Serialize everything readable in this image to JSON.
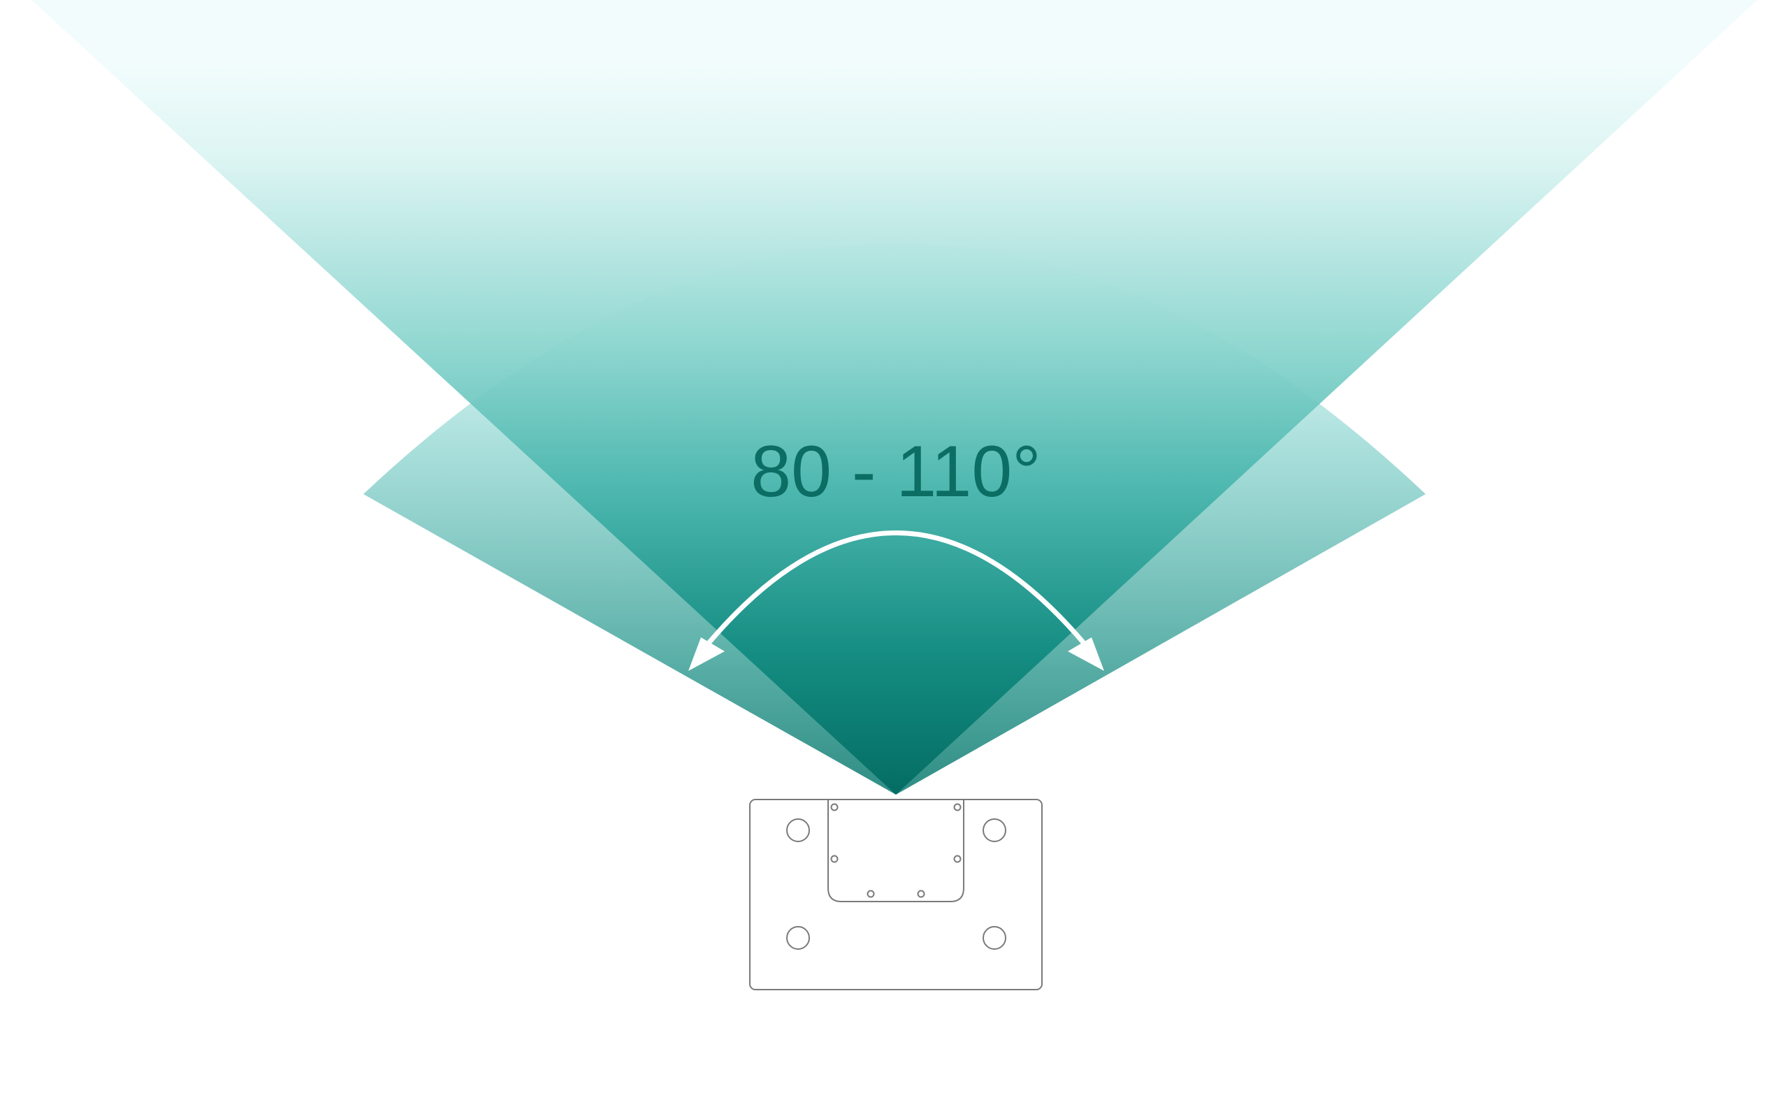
{
  "diagram": {
    "angle_label": "80 - 110°",
    "angle_min_deg": 80,
    "angle_max_deg": 110,
    "colors": {
      "background": "#ffffff",
      "beam_dark": "#006b62",
      "beam_mid": "#49b7ae",
      "beam_light": "#f0fcfd",
      "label": "#0b6d64",
      "arrow": "#ffffff",
      "device_outline": "#7a7a7a"
    },
    "device": {
      "name": "ceiling-sensor-base",
      "holes": 4,
      "screws": 6
    }
  }
}
